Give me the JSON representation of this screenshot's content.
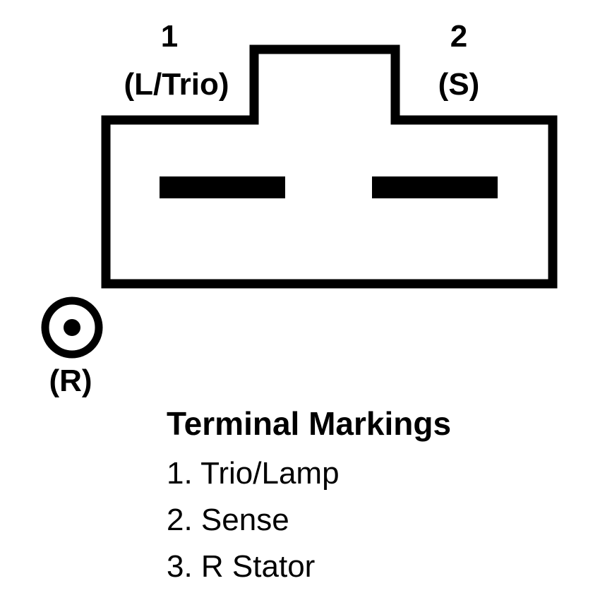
{
  "connector": {
    "pins": [
      {
        "number": "1",
        "name": "(L/Trio)"
      },
      {
        "number": "2",
        "name": "(S)"
      }
    ],
    "stator_terminal": {
      "name": "(R)",
      "icon": "ring-terminal-icon"
    }
  },
  "legend": {
    "title": "Terminal Markings",
    "items": [
      "1. Trio/Lamp",
      "2. Sense",
      "3. R Stator"
    ]
  },
  "colors": {
    "stroke": "#000000",
    "background": "#ffffff"
  }
}
